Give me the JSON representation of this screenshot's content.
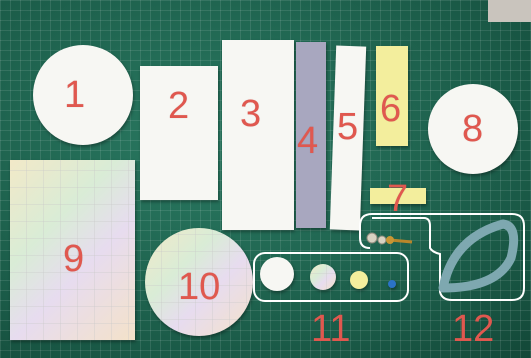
{
  "labels": {
    "n1": "1",
    "n2": "2",
    "n3": "3",
    "n4": "4",
    "n5": "5",
    "n6": "6",
    "n7": "7",
    "n8": "8",
    "n9": "9",
    "n10": "10",
    "n11": "11",
    "n12": "12"
  },
  "colors": {
    "mat": "#1f6b55",
    "number": "#e0584f",
    "strip_gray": "#a8a7bf",
    "strip_yellow": "#f3ee9d",
    "ribbon": "#7ea8b0"
  }
}
